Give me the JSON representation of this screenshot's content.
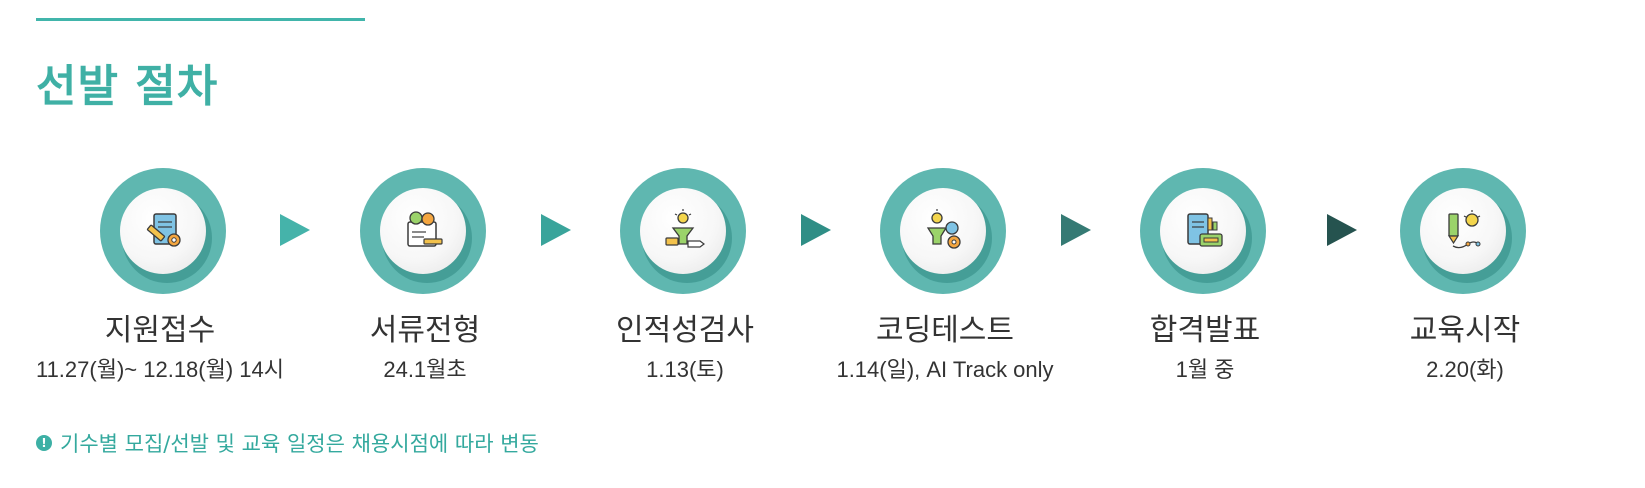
{
  "header": {
    "title": "선발 절차"
  },
  "steps": [
    {
      "icon": "application-document-icon",
      "title": "지원접수",
      "date": "11.27(월)~ 12.18(월) 14시"
    },
    {
      "icon": "document-review-icon",
      "title": "서류전형",
      "date": "24.1월초"
    },
    {
      "icon": "aptitude-test-icon",
      "title": "인적성검사",
      "date": "1.13(토)"
    },
    {
      "icon": "coding-test-icon",
      "title": "코딩테스트",
      "date": "1.14(일), AI Track only"
    },
    {
      "icon": "announcement-icon",
      "title": "합격발표",
      "date": "1월 중"
    },
    {
      "icon": "education-start-icon",
      "title": "교육시작",
      "date": "2.20(화)"
    }
  ],
  "arrows": [
    {
      "color": "#45b3aa"
    },
    {
      "color": "#3aa49b"
    },
    {
      "color": "#2f8e86"
    },
    {
      "color": "#357a74"
    },
    {
      "color": "#25534f"
    }
  ],
  "colors": {
    "accent": "#41b5ab",
    "title": "#3fb0a5",
    "ring": "#5fb7b0",
    "notice": "#34a99e"
  },
  "notice": {
    "icon": "info-icon",
    "icon_glyph": "!",
    "text": "기수별 모집/선발 및 교육 일정은 채용시점에 따라 변동"
  }
}
